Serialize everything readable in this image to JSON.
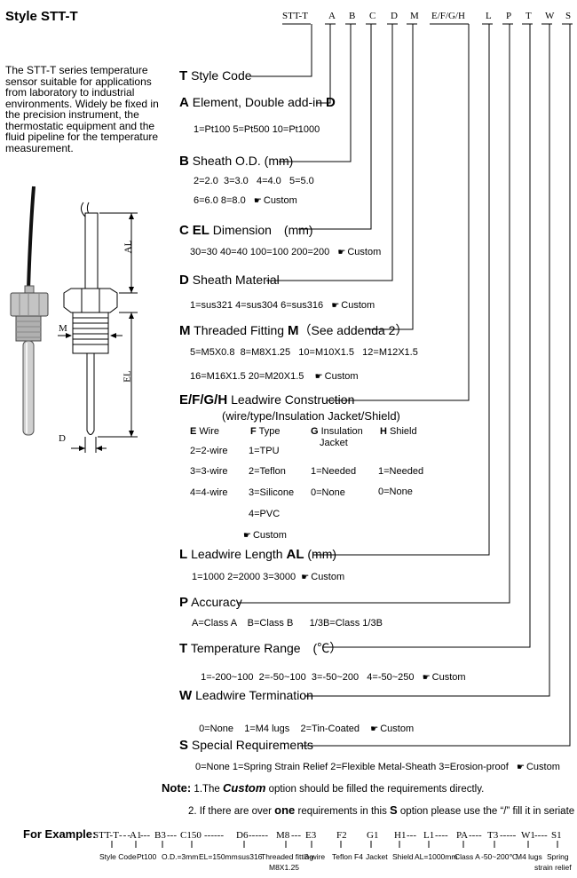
{
  "title": "Style STT-T",
  "description": "The STT-T series temperature sensor suitable for applications from laboratory to industrial environments. Widely be fixed in the precision instrument, the thermostatic equipment and the fluid pipeline for the temperature measurement.",
  "code_header": [
    "STT-T",
    "A",
    "B",
    "C",
    "D",
    "M",
    "E/F/G/H",
    "L",
    "P",
    "T",
    "W",
    "S"
  ],
  "drawing_labels": {
    "al": "AL",
    "el": "EL",
    "m": "M",
    "d": "D"
  },
  "sections": {
    "t": {
      "key": "T",
      "label": "Style Code"
    },
    "a": {
      "key": "A",
      "label": "Element, Double add-in",
      "suffix": "D",
      "options": "1=Pt100 5=Pt500 10=Pt1000"
    },
    "b": {
      "key": "B",
      "label": "Sheath O.D. (mm)",
      "row1": "2=2.0  3=3.0   4=4.0   5=5.0",
      "row2": "6=6.0  8=8.0",
      "custom": "Custom"
    },
    "c": {
      "key": "C",
      "bold": "EL",
      "label": "Dimension　(mm)",
      "options": "30=30  40=40  100=100  200=200",
      "custom": "Custom"
    },
    "d": {
      "key": "D",
      "label": "Sheath Material",
      "options": "1=sus321  4=sus304  6=sus316",
      "custom": "Custom"
    },
    "m": {
      "key": "M",
      "label": "Threaded Fitting",
      "bold": "M",
      "suffix": "（See addenda 2）",
      "row1": "5=M5X0.8  8=M8X1.25   10=M10X1.5   12=M12X1.5",
      "row2": "16=M16X1.5   20=M20X1.5",
      "custom": "Custom"
    },
    "efgh": {
      "key": "E/F/G/H",
      "label": "Leadwire Construction",
      "sub": "(wire/type/Insulation Jacket/Shield)",
      "cols": [
        {
          "key": "E",
          "label": "Wire",
          "items": [
            "2=2-wire",
            "3=3-wire",
            "4=4-wire"
          ]
        },
        {
          "key": "F",
          "label": "Type",
          "items": [
            "1=TPU",
            "2=Teflon",
            "3=Silicone",
            "4=PVC"
          ],
          "custom": "Custom"
        },
        {
          "key": "G",
          "label": "Insulation",
          "label2": "Jacket",
          "items": [
            "1=Needed",
            "0=None"
          ]
        },
        {
          "key": "H",
          "label": "Shield",
          "items": [
            "1=Needed",
            "0=None"
          ]
        }
      ]
    },
    "l": {
      "key": "L",
      "label": "Leadwire Length",
      "bold": "AL",
      "suffix": "(mm)",
      "options": "1=1000  2=2000  3=3000",
      "custom": "Custom"
    },
    "p": {
      "key": "P",
      "label": "Accuracy",
      "options": "A=Class A    B=Class B      1/3B=Class 1/3B"
    },
    "tr": {
      "key": "T",
      "label": "Temperature Range　(℃）",
      "options": "1=-200~100  2=-50~100  3=-50~200   4=-50~250",
      "custom": "Custom"
    },
    "w": {
      "key": "W",
      "label": "Leadwire Termination",
      "options": "0=None    1=M4 lugs    2=Tin-Coated",
      "custom": "Custom"
    },
    "s": {
      "key": "S",
      "label": "Special Requirements",
      "options": "0=None  1=Spring Strain Relief  2=Flexible Metal-Sheath  3=Erosion-proof",
      "custom": "Custom"
    }
  },
  "note": {
    "label": "Note:",
    "line1_pre": "1.The ",
    "line1_bold": "Custom",
    "line1_post": " option should be filled the requirements directly.",
    "line2_pre": "2. If there are over ",
    "line2_bold": "one",
    "line2_mid": " requirements in this ",
    "line2_key": "S",
    "line2_post": " option please use the “/”  fill it in seriate"
  },
  "example": {
    "label": "For Example:",
    "codes": [
      "STT-T",
      "A1",
      "B3",
      "C150",
      "D6",
      "M8",
      "E3",
      "F2",
      "G1",
      "H1",
      "L1",
      "PA",
      "T3",
      "W1",
      "S1"
    ],
    "descs": [
      "Style Code",
      "Pt100",
      "O.D.=3mm",
      "EL=150mm",
      "sus316",
      "Threaded fitting",
      "3-wire",
      "Teflon F4",
      "Jacket",
      "Shield",
      "AL=1000mm",
      "Class A",
      "-50~200℃",
      "M4 lugs",
      "Spring"
    ],
    "desc_extra": {
      "threaded": "M8X1.25",
      "spring": "strain relief"
    }
  }
}
